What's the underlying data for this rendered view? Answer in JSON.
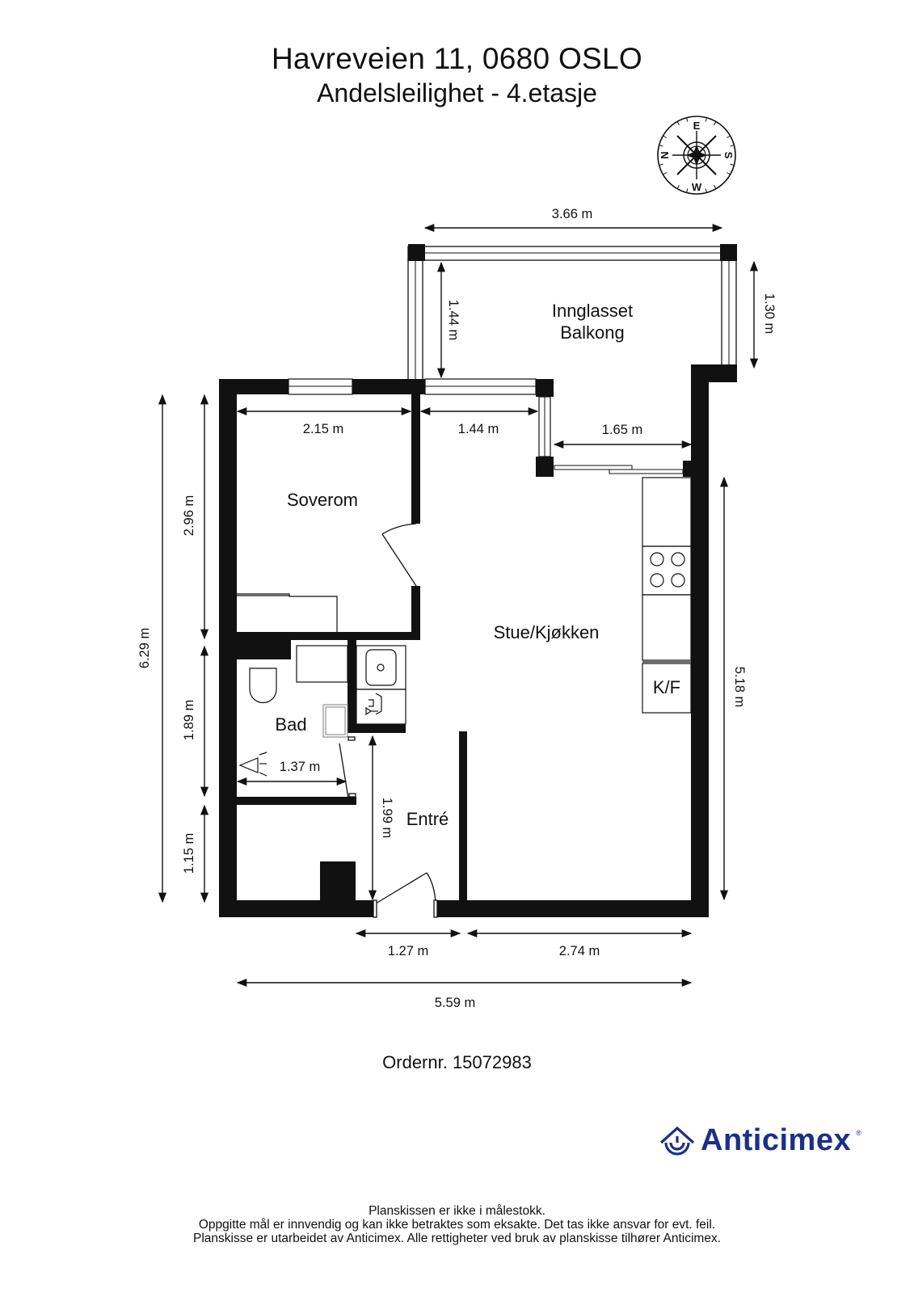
{
  "header": {
    "address": "Havreveien 11, 0680 OSLO",
    "subtitle": "Andelsleilighet  - 4.etasje"
  },
  "compass": {
    "icon": "compass-rose-icon",
    "top": "E",
    "right": "S",
    "bottom": "W",
    "left": "N"
  },
  "rooms": [
    {
      "id": "balcony",
      "line1": "Innglasset",
      "line2": "Balkong"
    },
    {
      "id": "bedroom",
      "label": "Soverom"
    },
    {
      "id": "living_kitchen",
      "label": "Stue/Kjøkken"
    },
    {
      "id": "bathroom",
      "label": "Bad"
    },
    {
      "id": "entrance",
      "label": "Entré"
    },
    {
      "id": "fridge",
      "label": "K/F"
    }
  ],
  "dimensions": {
    "balcony_width": "3.66 m",
    "balcony_depth": "1.44 m",
    "balcony_right": "1.30 m",
    "bedroom_width": "2.15 m",
    "living_top_left": "1.44 m",
    "living_top_right": "1.65 m",
    "bedroom_height": "2.96 m",
    "total_height": "6.29 m",
    "bath_height": "1.89 m",
    "storage_height": "1.15 m",
    "bath_width": "1.37 m",
    "entrance_depth": "1.99 m",
    "living_height": "5.18 m",
    "bottom_left": "1.27 m",
    "bottom_right": "2.74 m",
    "total_width": "5.59 m"
  },
  "order": {
    "text": "Ordernr. 15072983"
  },
  "brand": {
    "name": "Anticimex",
    "registered": "®",
    "color": "#1b2f8a",
    "icon": "anticimex-house-spiral-icon"
  },
  "footer": {
    "line1": "Planskissen er ikke i målestokk.",
    "line2": "Oppgitte mål er innvendig og kan ikke betraktes som eksakte. Det tas ikke ansvar for evt. feil.",
    "line3": "Planskisse er utarbeidet av Anticimex. Alle rettigheter ved bruk av planskisse tilhører Anticimex."
  }
}
